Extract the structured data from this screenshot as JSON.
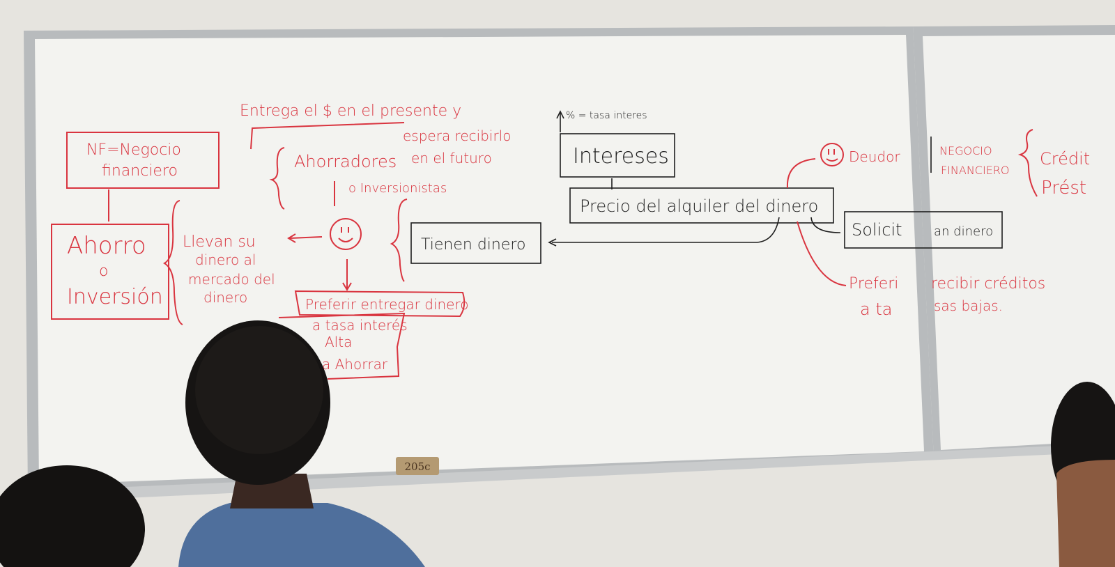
{
  "board": {
    "colors": {
      "marker_red": "#d9343f",
      "marker_black": "#1e1e1e",
      "board": "#f2f2ef",
      "frame": "#b9bcbe"
    },
    "room_plate": "205c",
    "left": {
      "nf_box_line1": "NF=Negocio",
      "nf_box_line2": "financiero",
      "ahorro_line1": "Ahorro",
      "ahorro_line2": "o",
      "ahorro_line3": "Inversión",
      "llevan_line1": "Llevan su",
      "llevan_line2": "dinero al",
      "llevan_line3": "mercado del",
      "llevan_line4": "dinero"
    },
    "center": {
      "entrega_line1": "Entrega el $ en el presente y",
      "entrega_line2": "espera recibirlo",
      "entrega_line3": "en el futuro",
      "ahorradores": "Ahorradores",
      "inversionistas": "o Inversionistas",
      "preferir_line1": "Preferir entregar dinero",
      "preferir_line2": "a tasa interés",
      "preferir_line3": "Alta",
      "preferir_line4": "a Ahorrar",
      "tienen_dinero": "Tienen dinero"
    },
    "right": {
      "tasa_note": "% = tasa interes",
      "intereses": "Intereses",
      "precio": "Precio del alquiler del dinero",
      "deudor": "Deudor",
      "solicitan_left": "Solicit",
      "solicitan_right": "an dinero",
      "prefieren_line1": "Preferi",
      "prefieren_line1_right": "recibir créditos",
      "prefieren_line2_left": "a ta",
      "prefieren_line2_right": "sas bajas.",
      "negocio_line1": "NEGOCIO",
      "negocio_line2": "FINANCIERO",
      "credit_line1": "Crédit",
      "credit_line2": "Prést"
    }
  }
}
